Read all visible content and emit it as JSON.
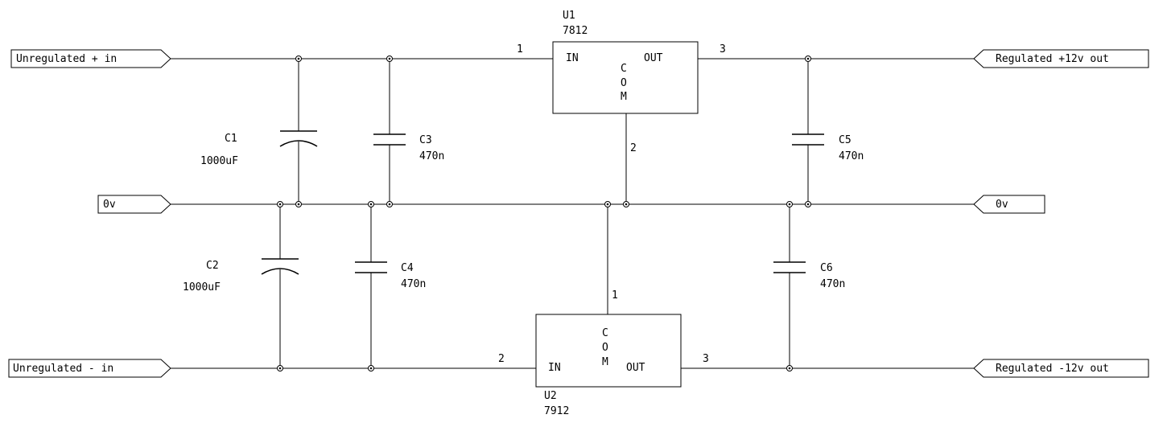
{
  "ports": {
    "unreg_pos": "Unregulated + in",
    "unreg_neg": "Unregulated - in",
    "ov_left": "0v",
    "ov_right": "0v",
    "reg_pos": "Regulated +12v out",
    "reg_neg": "Regulated -12v out"
  },
  "u1": {
    "ref": "U1",
    "part": "7812",
    "in": "IN",
    "out": "OUT",
    "com": [
      "C",
      "O",
      "M"
    ],
    "pin_in": "1",
    "pin_com": "2",
    "pin_out": "3"
  },
  "u2": {
    "ref": "U2",
    "part": "7912",
    "in": "IN",
    "out": "OUT",
    "com": [
      "C",
      "O",
      "M"
    ],
    "pin_in": "2",
    "pin_com": "1",
    "pin_out": "3"
  },
  "capacitors": {
    "c1": {
      "ref": "C1",
      "value": "1000uF"
    },
    "c2": {
      "ref": "C2",
      "value": "1000uF"
    },
    "c3": {
      "ref": "C3",
      "value": "470n"
    },
    "c4": {
      "ref": "C4",
      "value": "470n"
    },
    "c5": {
      "ref": "C5",
      "value": "470n"
    },
    "c6": {
      "ref": "C6",
      "value": "470n"
    }
  }
}
